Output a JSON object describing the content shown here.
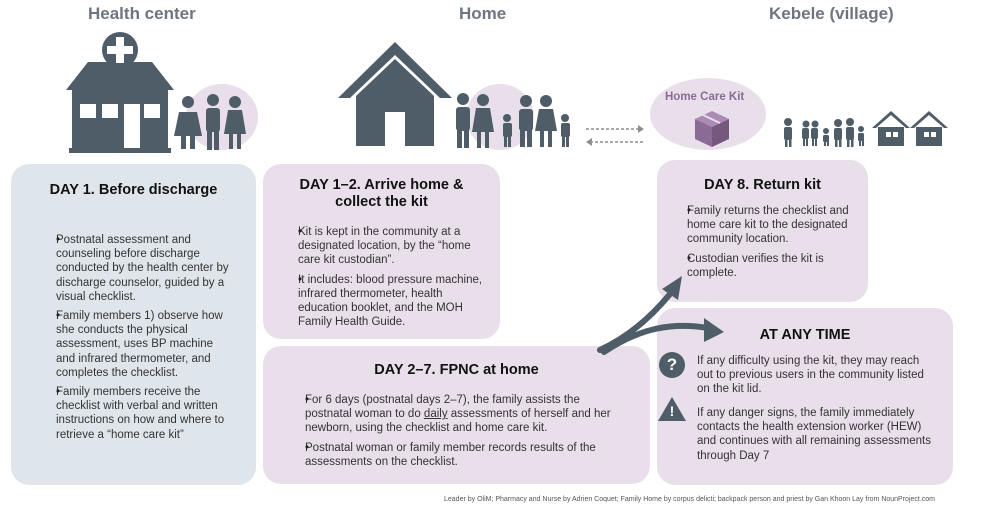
{
  "columns": {
    "health_center": "Health center",
    "home": "Home",
    "kebele": "Kebele (village)"
  },
  "home_care_kit_label": "Home Care Kit",
  "day1": {
    "title": "DAY 1. Before discharge",
    "items": [
      "Postnatal assessment and counseling before discharge conducted by the health center by discharge counselor, guided by a visual checklist.",
      "Family members 1) observe how she conducts the physical assessment, uses BP machine and infrared thermometer, and completes the checklist.",
      "Family members receive the checklist with verbal and written instructions on how and where to retrieve a “home care kit”"
    ]
  },
  "day12": {
    "title_line1": "DAY 1–2. Arrive home &",
    "title_line2": "collect the kit",
    "items": [
      "Kit is kept in the community at a designated location, by the “home care kit custodian”.",
      "It includes: blood pressure machine, infrared thermometer, health education booklet, and the MOH Family Health Guide."
    ]
  },
  "day27": {
    "title": "DAY 2–7. FPNC at home",
    "item1_before": "For 6 days (postnatal days 2–7), the family assists the postnatal woman to do ",
    "item1_underlined": "daily",
    "item1_after": " assessments of herself and her newborn, using the checklist and home care kit.",
    "item2": "Postnatal woman or family member records results of the assessments on the checklist."
  },
  "day8": {
    "title": "DAY 8. Return kit",
    "items": [
      "Family returns the checklist and home care kit to the designated community location.",
      "Custodian verifies the kit is complete."
    ]
  },
  "anytime": {
    "title": "AT ANY TIME",
    "question_item": "If any difficulty using the kit, they may reach out to previous users in the community listed on the kit lid.",
    "question_symbol": "?",
    "warning_item": "If any danger signs, the family immediately contacts the health extension worker (HEW) and continues with all remaining assessments through Day 7",
    "warning_symbol": "!"
  },
  "icons": {
    "health_center": "hospital-building-icon",
    "home": "house-icon",
    "kit": "box-icon",
    "village": "village-houses-icon"
  },
  "colors": {
    "blue_card": "#dfe6eb",
    "purple_card": "#e9dfeb",
    "icon_gray": "#4f5d69",
    "title_gray": "#6d7680",
    "kit_purple": "#8a6b95"
  },
  "credits": "Leader by OliM; Pharmacy and Nurse by Adrien Coquet; Family Home by corpus delicti; backpack person and priest by Gan Khoon Lay from NounProject.com"
}
